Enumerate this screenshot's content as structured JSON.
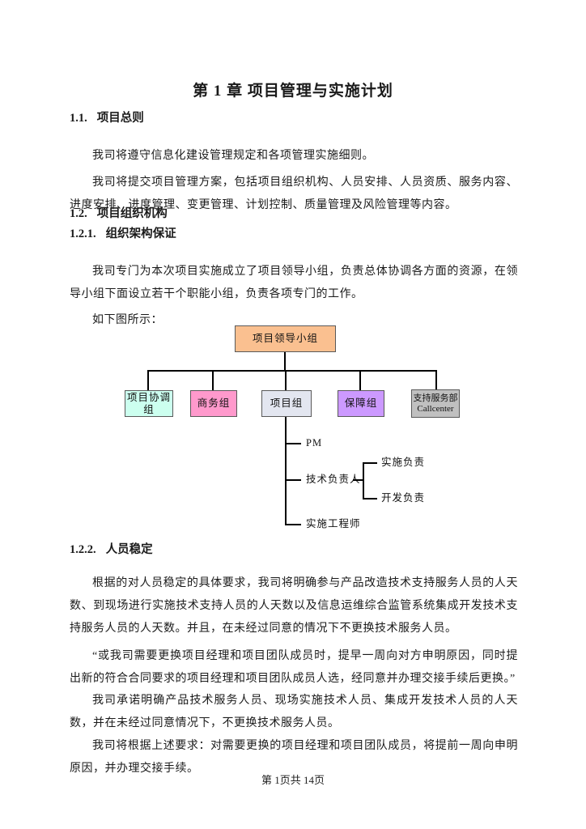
{
  "doc": {
    "chapter_title": "第 1 章 项目管理与实施计划",
    "headings": {
      "h11": {
        "num": "1.1.",
        "text": "项目总则"
      },
      "h12": {
        "num": "1.2.",
        "text": "项目组织机构"
      },
      "h121": {
        "num": "1.2.1.",
        "text": "组织架构保证"
      },
      "h122": {
        "num": "1.2.2.",
        "text": "人员稳定"
      }
    },
    "paragraphs": {
      "s1_p1": "我司将遵守信息化建设管理规定和各项管理实施细则。",
      "s1_p2": "我司将提交项目管理方案，包括项目组织机构、人员安排、人员资质、服务内容、进度安排、进度管理、变更管理、计划控制、质量管理及风险管理等内容。",
      "s21_p1": "我司专门为本次项目实施成立了项目领导小组，负责总体协调各方面的资源，在领导小组下面设立若干个职能小组，负责各项专门的工作。",
      "s21_p2": "如下图所示：",
      "s22_p1": "根据的对人员稳定的具体要求，我司将明确参与产品改造技术支持服务人员的人天数、到现场进行实施技术支持人员的人天数以及信息运维综合监管系统集成开发技术支持服务人员的人天数。并且，在未经过同意的情况下不更换技术服务人员。",
      "s22_p2": "“或我司需要更换项目经理和项目团队成员时，提早一周向对方申明原因，同时提出新的符合合同要求的项目经理和项目团队成员人选，经同意并办理交接手续后更换。”",
      "s22_p3": "我司承诺明确产品技术服务人员、现场实施技术人员、集成开发技术人员的人天数，并在未经过同意情况下，不更换技术服务人员。",
      "s22_p4": "我司将根据上述要求：对需要更换的项目经理和项目团队成员，将提前一周向申明原因，并办理交接手续。"
    },
    "footer": "第 1页共 14页"
  },
  "org_chart": {
    "root": {
      "label": "项目领导小组",
      "fill": "#FAC090"
    },
    "groups": [
      {
        "label": "项目协调组",
        "fill": "#CCFFEF"
      },
      {
        "label": "商务组",
        "fill": "#FF99CC"
      },
      {
        "label": "项目组",
        "fill": "#E3E6F0"
      },
      {
        "label": "保障组",
        "fill": "#CC99FF"
      },
      {
        "label": "支持服务部",
        "label2": "Callcenter",
        "fill": "#C0C0C0"
      }
    ],
    "project_members": {
      "pm": "PM",
      "tech_lead": "技术负责人",
      "engineer": "实施工程师"
    },
    "tech_sub": {
      "impl": "实施负责",
      "dev": "开发负责"
    },
    "line_color": "#000000"
  }
}
